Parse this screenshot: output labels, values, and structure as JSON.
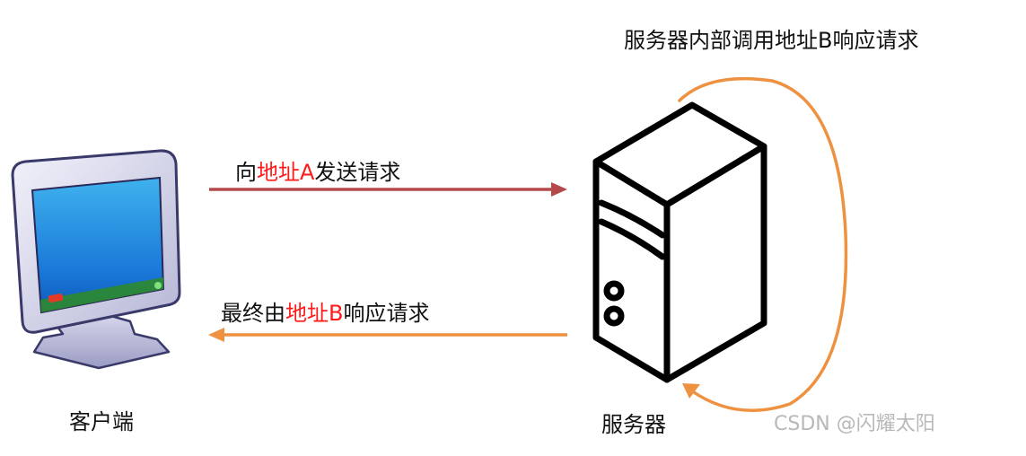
{
  "labels": {
    "server_internal": "服务器内部调用地址B响应请求",
    "request": {
      "prefix": "向",
      "address": "地址A",
      "suffix": "发送请求"
    },
    "response": {
      "prefix": "最终由",
      "address": "地址B",
      "suffix": "响应请求"
    },
    "client": "客户端",
    "server": "服务器"
  },
  "watermark": "CSDN @闪耀太阳",
  "icons": {
    "client": "computer-monitor-icon",
    "server": "server-tower-icon"
  },
  "colors": {
    "request_arrow": "#b5484a",
    "response_arrow": "#ee9140",
    "loop_arrow": "#ee9140",
    "highlight_text": "#ff1a1a"
  }
}
